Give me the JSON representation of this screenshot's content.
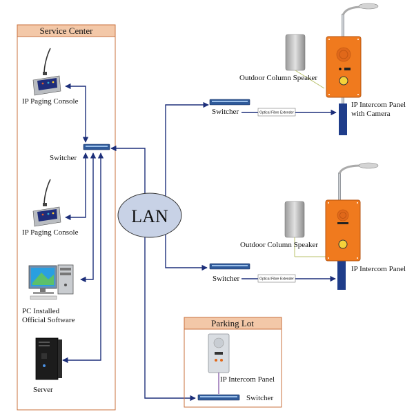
{
  "service_center": {
    "title": "Service Center",
    "console_1": "IP Paging Console",
    "switcher": "Switcher",
    "console_2": "IP Paging Console",
    "pc_line1": "PC Installed",
    "pc_line2": "Official Software",
    "server": "Server"
  },
  "network": {
    "lan": "LAN"
  },
  "site_top": {
    "speaker": "Outdoor Column Speaker",
    "switcher": "Switcher",
    "extender": "Optical Fibre Extender",
    "panel_line1": "IP Intercom Panel",
    "panel_line2": "with Camera"
  },
  "site_middle": {
    "speaker": "Outdoor Column Speaker",
    "switcher": "Switcher",
    "extender": "Optical Fibre Extender",
    "panel": "IP Intercom Panel"
  },
  "parking_lot": {
    "title": "Parking Lot",
    "panel": "IP Intercom Panel",
    "switcher": "Switcher"
  },
  "colors": {
    "title_fill": "#f3c8a8",
    "box_border": "#c9703e",
    "link": "#1d2f7a",
    "lan_fill": "#c8d2e6",
    "panel_orange": "#f07a1e"
  }
}
